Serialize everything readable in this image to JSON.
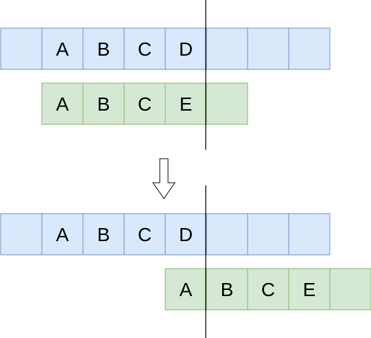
{
  "colors": {
    "blue_fill": "#dae8fc",
    "blue_stroke": "#6c8ebf",
    "green_fill": "#d5e8d4",
    "green_stroke": "#82b366",
    "line": "#000000"
  },
  "top": {
    "blue_cells": [
      "",
      "A",
      "B",
      "C",
      "D",
      "",
      "",
      ""
    ],
    "green_cells": [
      "A",
      "B",
      "C",
      "E",
      ""
    ]
  },
  "arrow_icon": "down-arrow-icon",
  "bottom": {
    "blue_cells": [
      "",
      "A",
      "B",
      "C",
      "D",
      "",
      "",
      ""
    ],
    "green_cells": [
      "A",
      "B",
      "C",
      "E",
      ""
    ]
  }
}
